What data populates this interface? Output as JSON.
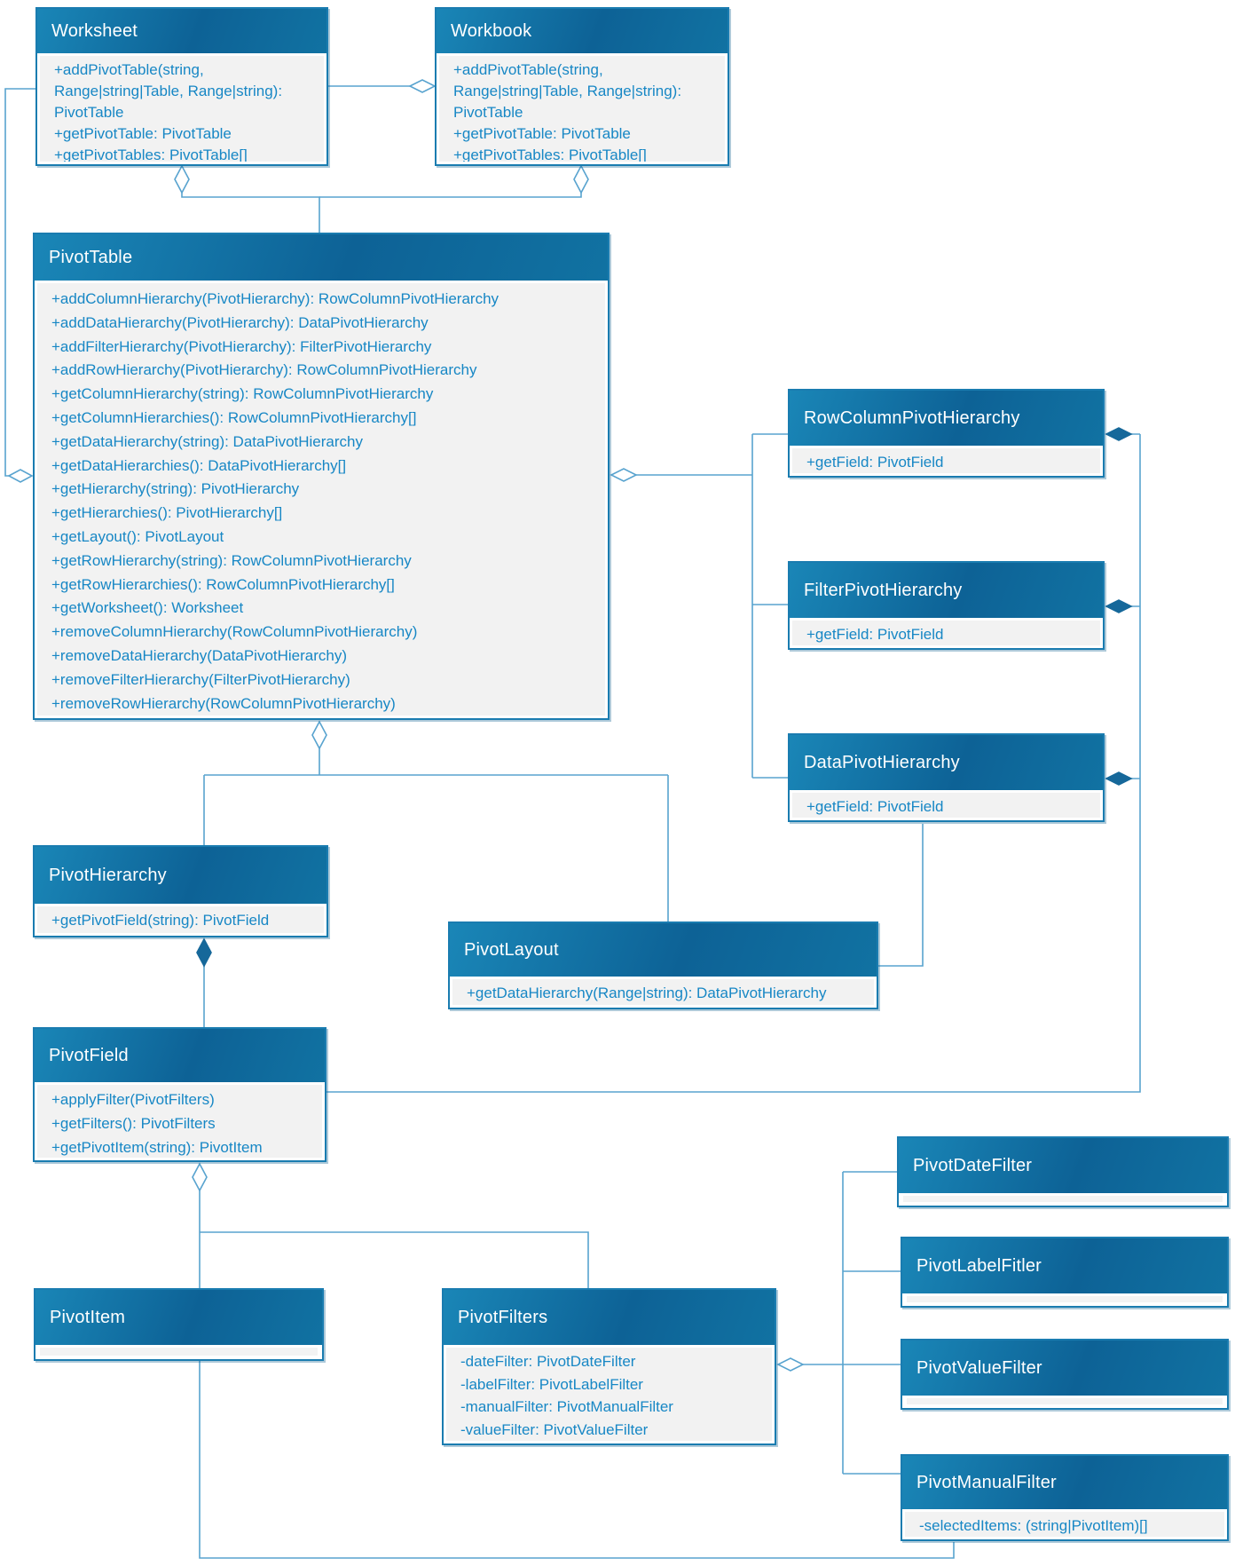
{
  "colors": {
    "header_gradient_start": "#1a86b7",
    "header_gradient_end": "#0d6296",
    "box_border": "#1a7cb0",
    "member_background": "#f2f2f2",
    "member_text": "#1787c5",
    "title_text": "#ffffff",
    "connector": "#58a3cf",
    "composition_diamond_fill": "#16689a"
  },
  "classes": [
    {
      "name": "Worksheet",
      "members": [
        "+addPivotTable(string, Range|string|Table, Range|string): PivotTable",
        "+getPivotTable: PivotTable",
        "+getPivotTables: PivotTable[]"
      ]
    },
    {
      "name": "Workbook",
      "members": [
        "+addPivotTable(string, Range|string|Table, Range|string): PivotTable",
        "+getPivotTable: PivotTable",
        "+getPivotTables: PivotTable[]"
      ]
    },
    {
      "name": "PivotTable",
      "members": [
        "+addColumnHierarchy(PivotHierarchy): RowColumnPivotHierarchy",
        "+addDataHierarchy(PivotHierarchy): DataPivotHierarchy",
        "+addFilterHierarchy(PivotHierarchy): FilterPivotHierarchy",
        "+addRowHierarchy(PivotHierarchy): RowColumnPivotHierarchy",
        "+getColumnHierarchy(string): RowColumnPivotHierarchy",
        "+getColumnHierarchies(): RowColumnPivotHierarchy[]",
        "+getDataHierarchy(string): DataPivotHierarchy",
        "+getDataHierarchies(): DataPivotHierarchy[]",
        "+getHierarchy(string): PivotHierarchy",
        "+getHierarchies(): PivotHierarchy[]",
        "+getLayout(): PivotLayout",
        "+getRowHierarchy(string): RowColumnPivotHierarchy",
        "+getRowHierarchies(): RowColumnPivotHierarchy[]",
        "+getWorksheet(): Worksheet",
        "+removeColumnHierarchy(RowColumnPivotHierarchy)",
        "+removeDataHierarchy(DataPivotHierarchy)",
        "+removeFilterHierarchy(FilterPivotHierarchy)",
        "+removeRowHierarchy(RowColumnPivotHierarchy)"
      ]
    },
    {
      "name": "RowColumnPivotHierarchy",
      "members": [
        "+getField: PivotField"
      ]
    },
    {
      "name": "FilterPivotHierarchy",
      "members": [
        "+getField: PivotField"
      ]
    },
    {
      "name": "DataPivotHierarchy",
      "members": [
        "+getField: PivotField"
      ]
    },
    {
      "name": "PivotHierarchy",
      "members": [
        "+getPivotField(string): PivotField"
      ]
    },
    {
      "name": "PivotLayout",
      "members": [
        "+getDataHierarchy(Range|string): DataPivotHierarchy"
      ]
    },
    {
      "name": "PivotField",
      "members": [
        "+applyFilter(PivotFilters)",
        "+getFilters(): PivotFilters",
        "+getPivotItem(string): PivotItem"
      ]
    },
    {
      "name": "PivotItem",
      "members": []
    },
    {
      "name": "PivotFilters",
      "members": [
        "-dateFilter: PivotDateFilter",
        "-labelFilter: PivotLabelFilter",
        "-manualFilter: PivotManualFilter",
        "-valueFilter: PivotValueFilter"
      ]
    },
    {
      "name": "PivotDateFilter",
      "members": []
    },
    {
      "name": "PivotLabelFitler",
      "members": []
    },
    {
      "name": "PivotValueFilter",
      "members": []
    },
    {
      "name": "PivotManualFilter",
      "members": [
        "-selectedItems: (string|PivotItem)[]"
      ]
    }
  ],
  "relationships": [
    {
      "from": "Worksheet",
      "to": "Workbook",
      "type": "aggregation",
      "diamond_at": "Workbook"
    },
    {
      "from": "PivotTable",
      "to": "Worksheet",
      "type": "aggregation",
      "diamond_at": "Worksheet"
    },
    {
      "from": "PivotTable",
      "to": "Workbook",
      "type": "aggregation",
      "diamond_at": "Workbook"
    },
    {
      "from": "Worksheet",
      "to": "PivotTable",
      "type": "aggregation",
      "diamond_at": "PivotTable"
    },
    {
      "from": "RowColumnPivotHierarchy",
      "to": "PivotTable",
      "type": "aggregation",
      "diamond_at": "PivotTable"
    },
    {
      "from": "FilterPivotHierarchy",
      "to": "PivotTable",
      "type": "aggregation",
      "diamond_at": "PivotTable"
    },
    {
      "from": "DataPivotHierarchy",
      "to": "PivotTable",
      "type": "aggregation",
      "diamond_at": "PivotTable"
    },
    {
      "from": "PivotField",
      "to": "RowColumnPivotHierarchy",
      "type": "composition",
      "diamond_at": "RowColumnPivotHierarchy"
    },
    {
      "from": "PivotField",
      "to": "FilterPivotHierarchy",
      "type": "composition",
      "diamond_at": "FilterPivotHierarchy"
    },
    {
      "from": "PivotField",
      "to": "DataPivotHierarchy",
      "type": "composition",
      "diamond_at": "DataPivotHierarchy"
    },
    {
      "from": "PivotHierarchy",
      "to": "PivotTable",
      "type": "aggregation",
      "diamond_at": "PivotTable"
    },
    {
      "from": "PivotLayout",
      "to": "PivotTable",
      "type": "aggregation",
      "diamond_at": "PivotTable"
    },
    {
      "from": "DataPivotHierarchy",
      "to": "PivotLayout",
      "type": "association"
    },
    {
      "from": "PivotField",
      "to": "PivotHierarchy",
      "type": "composition",
      "diamond_at": "PivotHierarchy"
    },
    {
      "from": "PivotItem",
      "to": "PivotField",
      "type": "aggregation",
      "diamond_at": "PivotField"
    },
    {
      "from": "PivotFilters",
      "to": "PivotField",
      "type": "aggregation",
      "diamond_at": "PivotField"
    },
    {
      "from": "PivotDateFilter",
      "to": "PivotFilters",
      "type": "aggregation",
      "diamond_at": "PivotFilters"
    },
    {
      "from": "PivotLabelFitler",
      "to": "PivotFilters",
      "type": "aggregation",
      "diamond_at": "PivotFilters"
    },
    {
      "from": "PivotValueFilter",
      "to": "PivotFilters",
      "type": "aggregation",
      "diamond_at": "PivotFilters"
    },
    {
      "from": "PivotManualFilter",
      "to": "PivotFilters",
      "type": "aggregation",
      "diamond_at": "PivotFilters"
    },
    {
      "from": "PivotManualFilter",
      "to": "PivotItem",
      "type": "association"
    }
  ]
}
